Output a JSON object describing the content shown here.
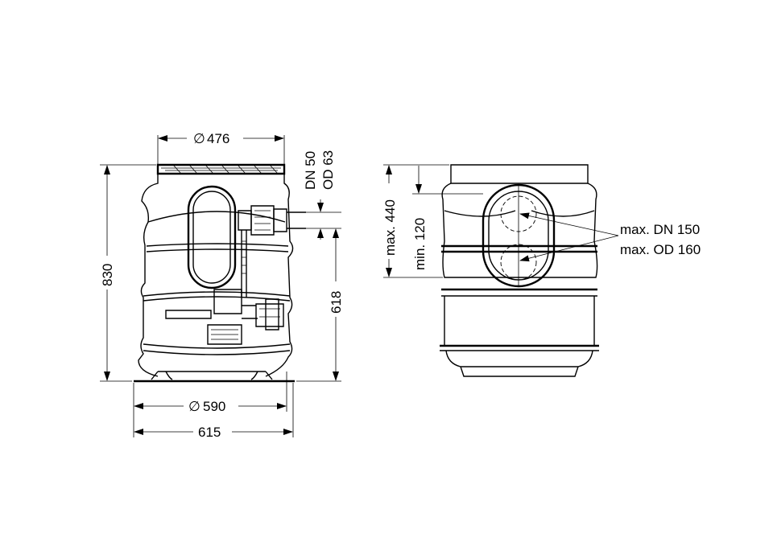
{
  "dimensions": {
    "top_diameter": "476",
    "diameter_symbol": "∅",
    "height_total": "830",
    "inlet_height": "618",
    "base_diameter": "590",
    "overall_width": "615",
    "pipe_dn": "DN 50",
    "pipe_od": "OD 63",
    "max_inlet": "max. 440",
    "min_inlet": "min. 120",
    "side_dn": "max. DN 150",
    "side_od": "max. OD 160"
  }
}
